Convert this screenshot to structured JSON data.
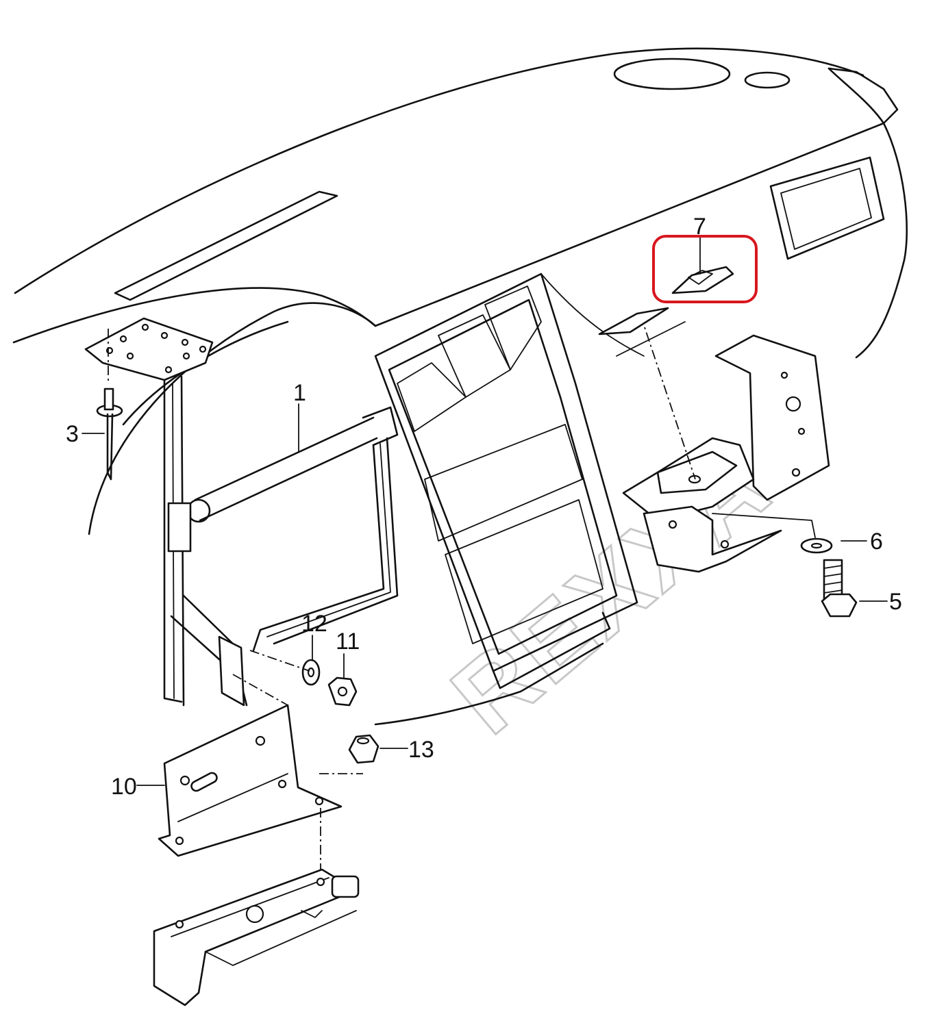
{
  "diagram": {
    "watermark_text": "REXXA",
    "highlight_color": "#d8161e",
    "line_color": "#111111",
    "callouts": [
      {
        "id": "c1",
        "label": "1"
      },
      {
        "id": "c3",
        "label": "3"
      },
      {
        "id": "c5",
        "label": "5"
      },
      {
        "id": "c6",
        "label": "6"
      },
      {
        "id": "c7",
        "label": "7"
      },
      {
        "id": "c10",
        "label": "10"
      },
      {
        "id": "c11",
        "label": "11"
      },
      {
        "id": "c12",
        "label": "12"
      },
      {
        "id": "c13",
        "label": "13"
      }
    ],
    "highlighted_part": "7"
  }
}
